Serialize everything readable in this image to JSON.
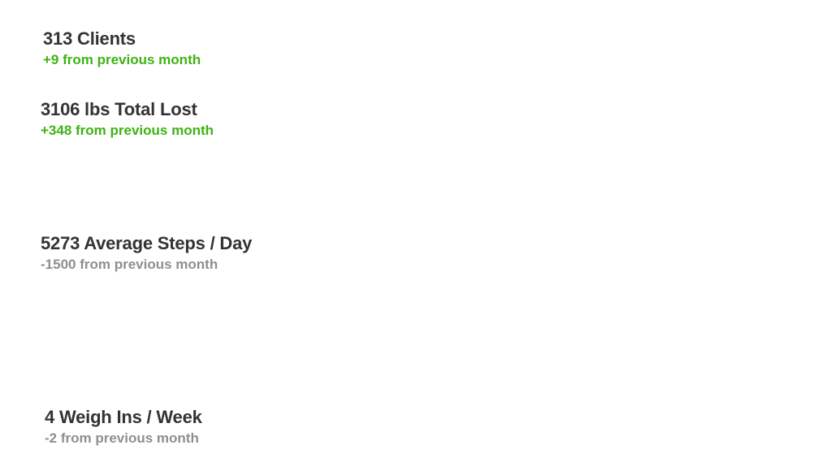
{
  "stats": [
    {
      "value": "313 Clients",
      "delta": "+9 from previous month",
      "trend": "positive",
      "trend_color": "#3db312"
    },
    {
      "value": "3106 lbs Total Lost",
      "delta": "+348 from previous month",
      "trend": "positive",
      "trend_color": "#3db312"
    },
    {
      "value": "5273 Average Steps / Day",
      "delta": "-1500 from previous month",
      "trend": "negative",
      "trend_color": "#8f8f8f"
    },
    {
      "value": "4 Weigh Ins / Week",
      "delta": "-2 from previous month",
      "trend": "negative",
      "trend_color": "#8f8f8f"
    }
  ],
  "colors": {
    "heading": "#333333",
    "positive": "#3db312",
    "negative": "#8f8f8f",
    "background": "#ffffff"
  }
}
